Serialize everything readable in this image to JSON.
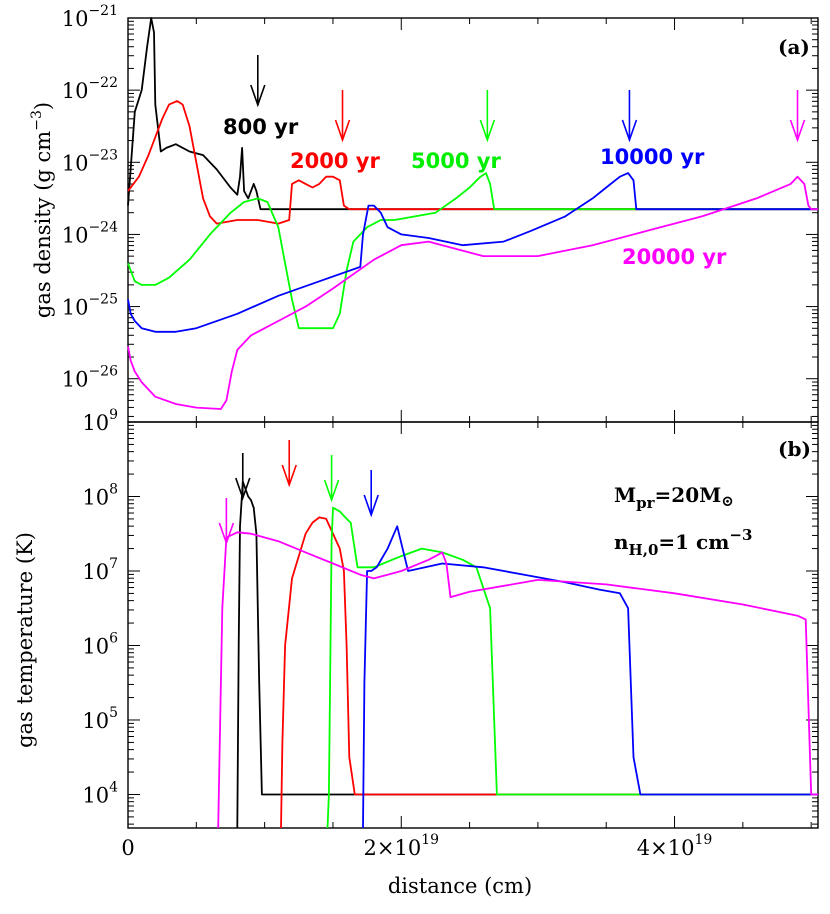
{
  "chart_data": [
    {
      "type": "line",
      "panel_label": "(a)",
      "xlabel": "distance (cm)",
      "ylabel": "gas density (g cm^-3)",
      "ylabel_parts": {
        "main": "gas density (g cm",
        "sup": "−3",
        "close": ")"
      },
      "xlim": [
        0,
        5.05e+19
      ],
      "ylim": [
        -26.6,
        -21.0
      ],
      "yscale": "log",
      "y_ticks": [
        {
          "exp": -21,
          "label": "10",
          "sup": "−21"
        },
        {
          "exp": -22,
          "label": "10",
          "sup": "−22"
        },
        {
          "exp": -23,
          "label": "10",
          "sup": "−23"
        },
        {
          "exp": -24,
          "label": "10",
          "sup": "−24"
        },
        {
          "exp": -25,
          "label": "10",
          "sup": "−25"
        },
        {
          "exp": -26,
          "label": "10",
          "sup": "−26"
        }
      ],
      "series": [
        {
          "name": "800 yr",
          "color": "#000000",
          "arrow_x": 9.5e+18,
          "x": [
            0,
            5e+17,
            1e+18,
            1.4e+18,
            1.7e+18,
            1.9e+18,
            2e+18,
            2.4e+18,
            2.8e+18,
            3.5e+18,
            4.5e+18,
            5.5e+18,
            6.5e+18,
            7.5e+18,
            8e+18,
            8.2e+18,
            8.35e+18,
            8.5e+18,
            8.8e+18,
            9.2e+18,
            9.4e+18,
            9.7e+18,
            1e+19,
            1.4e+19,
            2e+19,
            3e+19,
            4e+19,
            5.05e+19
          ],
          "y": [
            -23.6,
            -22.3,
            -22.0,
            -21.4,
            -21.0,
            -21.2,
            -22.2,
            -22.85,
            -22.8,
            -22.75,
            -22.85,
            -22.9,
            -23.1,
            -23.35,
            -23.45,
            -23.2,
            -22.8,
            -23.4,
            -23.5,
            -23.3,
            -23.4,
            -23.65,
            -23.65,
            -23.65,
            -23.65,
            -23.65,
            -23.65,
            -23.65
          ]
        },
        {
          "name": "2000 yr",
          "color": "#ff0000",
          "arrow_x": 1.57e+19,
          "x": [
            0,
            8e+17,
            1.5e+18,
            2.5e+18,
            3e+18,
            3.6e+18,
            4e+18,
            4.5e+18,
            5e+18,
            5.5e+18,
            6e+18,
            6.5e+18,
            8e+18,
            9.5e+18,
            1.1e+19,
            1.18e+19,
            1.2e+19,
            1.25e+19,
            1.3e+19,
            1.35e+19,
            1.4e+19,
            1.45e+19,
            1.5e+19,
            1.55e+19,
            1.58e+19,
            1.62e+19,
            2e+19,
            3e+19,
            4e+19,
            5.05e+19
          ],
          "y": [
            -23.4,
            -23.2,
            -22.9,
            -22.4,
            -22.2,
            -22.15,
            -22.2,
            -22.5,
            -23.0,
            -23.5,
            -23.75,
            -23.85,
            -23.8,
            -23.8,
            -23.85,
            -23.8,
            -23.3,
            -23.25,
            -23.3,
            -23.35,
            -23.3,
            -23.2,
            -23.2,
            -23.25,
            -23.6,
            -23.65,
            -23.65,
            -23.65,
            -23.65,
            -23.65
          ]
        },
        {
          "name": "5000 yr",
          "color": "#00ff00",
          "arrow_x": 2.63e+19,
          "x": [
            0,
            5e+17,
            1e+18,
            2e+18,
            3e+18,
            4.5e+18,
            6e+18,
            7.5e+18,
            8.5e+18,
            9.5e+18,
            1.02e+19,
            1.1e+19,
            1.15e+19,
            1.2e+19,
            1.25e+19,
            1.3e+19,
            1.35e+19,
            1.42e+19,
            1.5e+19,
            1.55e+19,
            1.6e+19,
            1.65e+19,
            1.75e+19,
            1.85e+19,
            1.95e+19,
            2.1e+19,
            2.25e+19,
            2.4e+19,
            2.5e+19,
            2.58e+19,
            2.62e+19,
            2.65e+19,
            2.68e+19,
            3e+19,
            4e+19,
            5.05e+19
          ],
          "y": [
            -24.4,
            -24.65,
            -24.7,
            -24.7,
            -24.6,
            -24.35,
            -24.0,
            -23.7,
            -23.55,
            -23.5,
            -23.55,
            -23.9,
            -24.4,
            -24.9,
            -25.3,
            -25.3,
            -25.3,
            -25.3,
            -25.3,
            -25.1,
            -24.5,
            -24.1,
            -23.9,
            -23.8,
            -23.8,
            -23.75,
            -23.7,
            -23.5,
            -23.35,
            -23.2,
            -23.15,
            -23.3,
            -23.65,
            -23.65,
            -23.65,
            -23.65
          ]
        },
        {
          "name": "10000 yr",
          "color": "#0000ff",
          "arrow_x": 3.67e+19,
          "x": [
            0,
            2e+17,
            5e+17,
            1e+18,
            2e+18,
            3.5e+18,
            5e+18,
            8e+18,
            1.1e+19,
            1.4e+19,
            1.7e+19,
            1.72e+19,
            1.76e+19,
            1.8e+19,
            1.85e+19,
            1.9e+19,
            2e+19,
            2.2e+19,
            2.45e+19,
            2.75e+19,
            2.95e+19,
            3.2e+19,
            3.4e+19,
            3.5e+19,
            3.6e+19,
            3.66e+19,
            3.7e+19,
            3.72e+19,
            4e+19,
            5.05e+19
          ],
          "y": [
            -24.9,
            -25.1,
            -25.2,
            -25.3,
            -25.35,
            -25.35,
            -25.3,
            -25.1,
            -24.85,
            -24.65,
            -24.45,
            -24.0,
            -23.6,
            -23.6,
            -23.7,
            -23.9,
            -24.0,
            -24.05,
            -24.15,
            -24.1,
            -23.95,
            -23.75,
            -23.5,
            -23.35,
            -23.2,
            -23.15,
            -23.25,
            -23.65,
            -23.65,
            -23.65
          ]
        },
        {
          "name": "20000 yr",
          "color": "#ff00ff",
          "arrow_x": 4.9e+19,
          "x": [
            0,
            2e+17,
            5e+17,
            1e+18,
            2e+18,
            3.5e+18,
            5e+18,
            6.8e+18,
            7.2e+18,
            7.6e+18,
            8e+18,
            9e+18,
            1.1e+19,
            1.3e+19,
            1.5e+19,
            1.8e+19,
            2e+19,
            2.2e+19,
            2.4e+19,
            2.6e+19,
            3e+19,
            3.4e+19,
            3.8e+19,
            4.2e+19,
            4.6e+19,
            4.85e+19,
            4.9e+19,
            4.95e+19,
            4.98e+19,
            5e+19,
            5.05e+19
          ],
          "y": [
            -25.55,
            -25.75,
            -25.9,
            -26.05,
            -26.25,
            -26.35,
            -26.4,
            -26.42,
            -26.3,
            -25.9,
            -25.6,
            -25.4,
            -25.2,
            -25.0,
            -24.75,
            -24.35,
            -24.15,
            -24.1,
            -24.2,
            -24.3,
            -24.3,
            -24.15,
            -23.95,
            -23.75,
            -23.5,
            -23.3,
            -23.2,
            -23.3,
            -23.6,
            -23.65,
            -23.65
          ]
        }
      ]
    },
    {
      "type": "line",
      "panel_label": "(b)",
      "xlabel": "distance (cm)",
      "ylabel": "gas temperature (K)",
      "xlim": [
        0,
        5.05e+19
      ],
      "ylim": [
        3.55,
        9.0
      ],
      "yscale": "log",
      "x_ticks": [
        {
          "value": 0,
          "label": "0",
          "sup": ""
        },
        {
          "value": 2e+19,
          "label": "2×10",
          "sup": "19"
        },
        {
          "value": 4e+19,
          "label": "4×10",
          "sup": "19"
        }
      ],
      "y_ticks": [
        {
          "exp": 9,
          "label": "10",
          "sup": "9"
        },
        {
          "exp": 8,
          "label": "10",
          "sup": "8"
        },
        {
          "exp": 7,
          "label": "10",
          "sup": "7"
        },
        {
          "exp": 6,
          "label": "10",
          "sup": "6"
        },
        {
          "exp": 5,
          "label": "10",
          "sup": "5"
        },
        {
          "exp": 4,
          "label": "10",
          "sup": "4"
        }
      ],
      "annotation": {
        "line1_main": "M",
        "line1_sub": "pr",
        "line1_rest": "=20M",
        "line1_sym": "⊙",
        "line2_main": "n",
        "line2_sub": "H,0",
        "line2_rest": "=1  cm",
        "line2_sup": "−3"
      },
      "series": [
        {
          "name": "800 yr",
          "color": "#000000",
          "arrow_x": 8.4e+18,
          "x": [
            8e+18,
            8.1e+18,
            8.2e+18,
            8.4e+18,
            8.6e+18,
            8.8e+18,
            9e+18,
            9.2e+18,
            9.4e+18,
            9.6e+18,
            9.8e+18,
            1e+19,
            2e+19,
            3e+19,
            4e+19,
            5.05e+19
          ],
          "y": [
            3.55,
            6.0,
            7.6,
            8.2,
            8.1,
            8.0,
            7.95,
            7.85,
            7.5,
            5.5,
            4.0,
            4.0,
            4.0,
            4.0,
            4.0,
            4.0
          ]
        },
        {
          "name": "2000 yr",
          "color": "#ff0000",
          "arrow_x": 1.18e+19,
          "x": [
            1.12e+19,
            1.13e+19,
            1.15e+19,
            1.2e+19,
            1.25e+19,
            1.3e+19,
            1.35e+19,
            1.4e+19,
            1.45e+19,
            1.5e+19,
            1.55e+19,
            1.58e+19,
            1.6e+19,
            1.62e+19,
            1.66e+19,
            2e+19,
            3e+19,
            4e+19,
            5.05e+19
          ],
          "y": [
            3.55,
            4.7,
            6.0,
            6.9,
            7.2,
            7.5,
            7.65,
            7.72,
            7.7,
            7.5,
            7.3,
            7.0,
            6.0,
            4.5,
            4.0,
            4.0,
            4.0,
            4.0,
            4.0
          ]
        },
        {
          "name": "5000 yr",
          "color": "#00ff00",
          "arrow_x": 1.49e+19,
          "x": [
            1.46e+19,
            1.47e+19,
            1.49e+19,
            1.5e+19,
            1.55e+19,
            1.6e+19,
            1.63e+19,
            1.68e+19,
            1.8e+19,
            2e+19,
            2.15e+19,
            2.3e+19,
            2.45e+19,
            2.55e+19,
            2.65e+19,
            2.7e+19,
            3e+19,
            4e+19,
            5.05e+19
          ],
          "y": [
            3.55,
            4.0,
            7.4,
            7.85,
            7.8,
            7.7,
            7.65,
            7.05,
            7.05,
            7.2,
            7.3,
            7.25,
            7.15,
            7.05,
            6.5,
            4.0,
            4.0,
            4.0,
            4.0
          ]
        },
        {
          "name": "10000 yr",
          "color": "#0000ff",
          "arrow_x": 1.78e+19,
          "x": [
            1.72e+19,
            1.73e+19,
            1.75e+19,
            1.78e+19,
            1.82e+19,
            1.9e+19,
            1.97e+19,
            2.01e+19,
            2.05e+19,
            2.3e+19,
            2.6e+19,
            2.9e+19,
            3.2e+19,
            3.45e+19,
            3.6e+19,
            3.66e+19,
            3.7e+19,
            3.75e+19,
            4e+19,
            5.05e+19
          ],
          "y": [
            3.55,
            5.5,
            7.0,
            7.0,
            7.05,
            7.3,
            7.6,
            7.3,
            7.0,
            7.1,
            7.05,
            6.95,
            6.85,
            6.75,
            6.7,
            6.5,
            4.5,
            4.0,
            4.0,
            4.0
          ]
        },
        {
          "name": "20000 yr",
          "color": "#ff00ff",
          "arrow_x": 7.2e+18,
          "x": [
            6.6e+18,
            6.7e+18,
            6.9e+18,
            7.2e+18,
            8e+18,
            9e+18,
            1.1e+19,
            1.3e+19,
            1.5e+19,
            1.7e+19,
            1.8e+19,
            1.9e+19,
            2e+19,
            2.2e+19,
            2.3e+19,
            2.33e+19,
            2.36e+19,
            2.5e+19,
            3e+19,
            3.5e+19,
            4e+19,
            4.5e+19,
            4.9e+19,
            4.96e+19,
            5e+19,
            5.05e+19
          ],
          "y": [
            3.55,
            4.5,
            6.5,
            7.45,
            7.52,
            7.5,
            7.4,
            7.25,
            7.1,
            6.95,
            6.9,
            6.95,
            7.0,
            7.15,
            7.25,
            7.1,
            6.65,
            6.72,
            6.88,
            6.82,
            6.7,
            6.55,
            6.4,
            6.35,
            4.0,
            4.0
          ]
        }
      ]
    }
  ]
}
